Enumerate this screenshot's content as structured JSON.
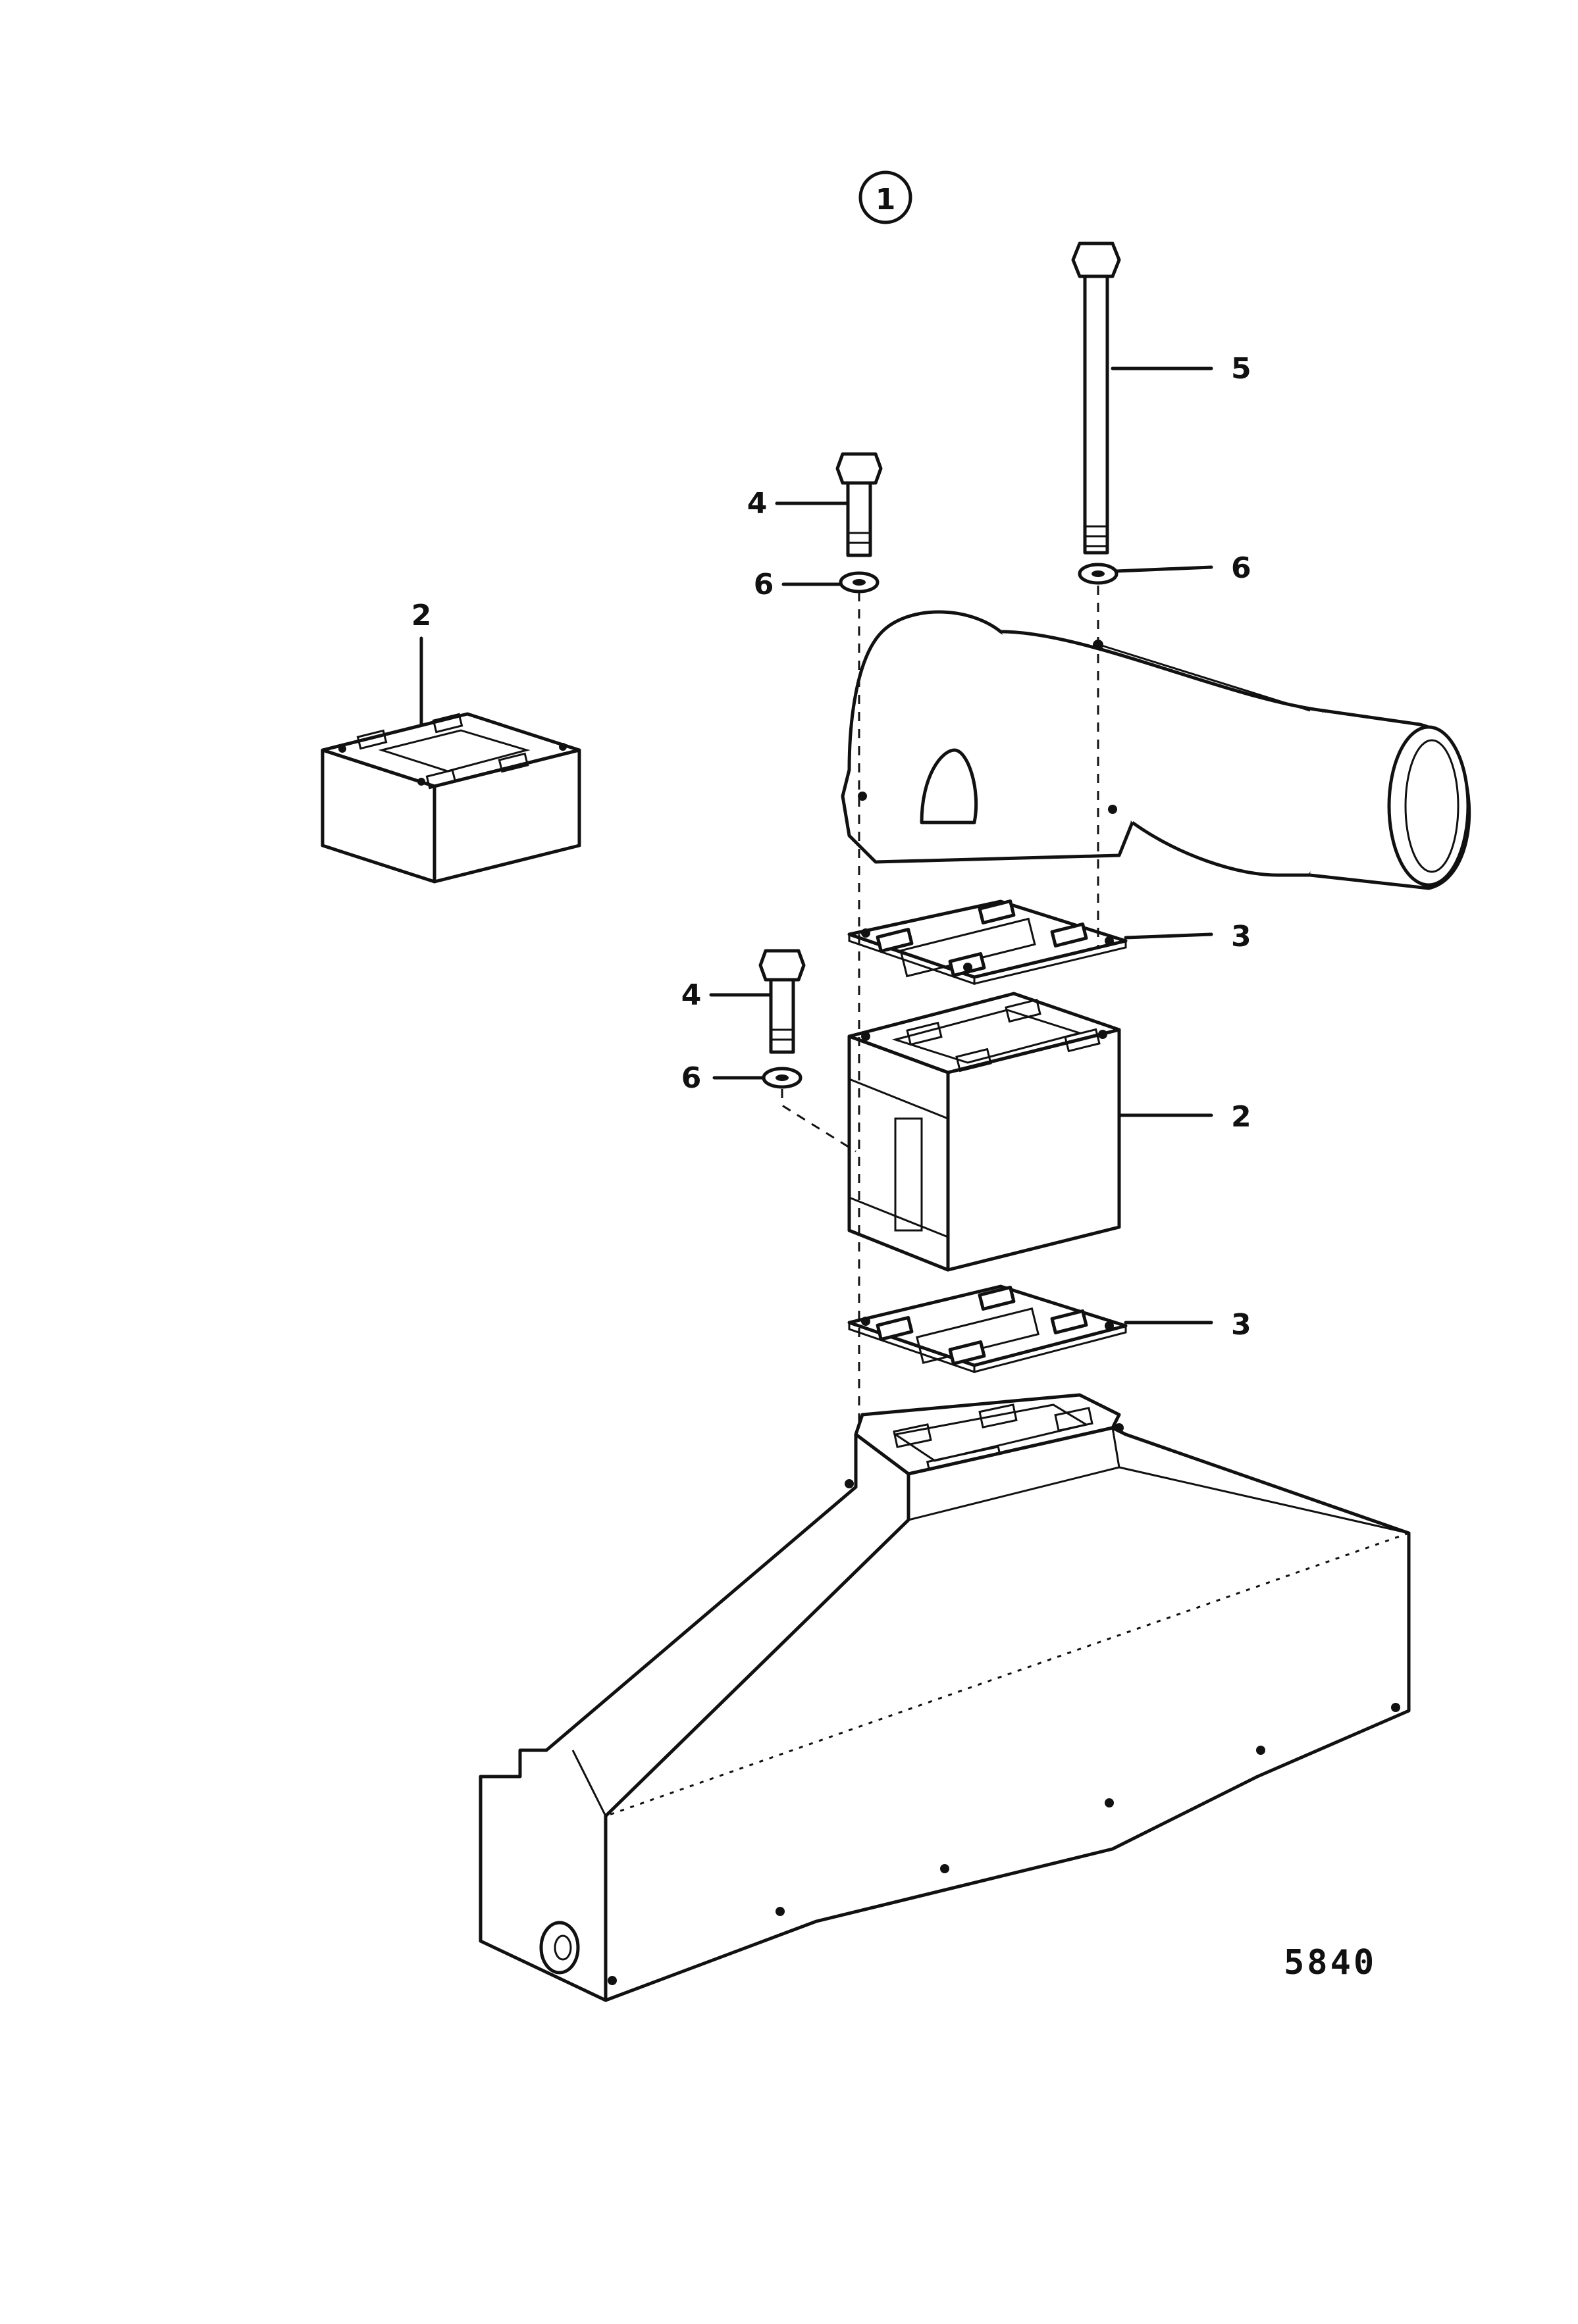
{
  "figure": {
    "view_number": "1",
    "drawing_number": "5840"
  },
  "callouts": {
    "spacer_loose": "2",
    "bolt_short_upper": "4",
    "washer_upper_left": "6",
    "bolt_long": "5",
    "washer_upper_right": "6",
    "gasket_upper": "3",
    "bolt_short_lower": "4",
    "washer_lower": "6",
    "spacer_stack": "2",
    "gasket_lower": "3"
  }
}
